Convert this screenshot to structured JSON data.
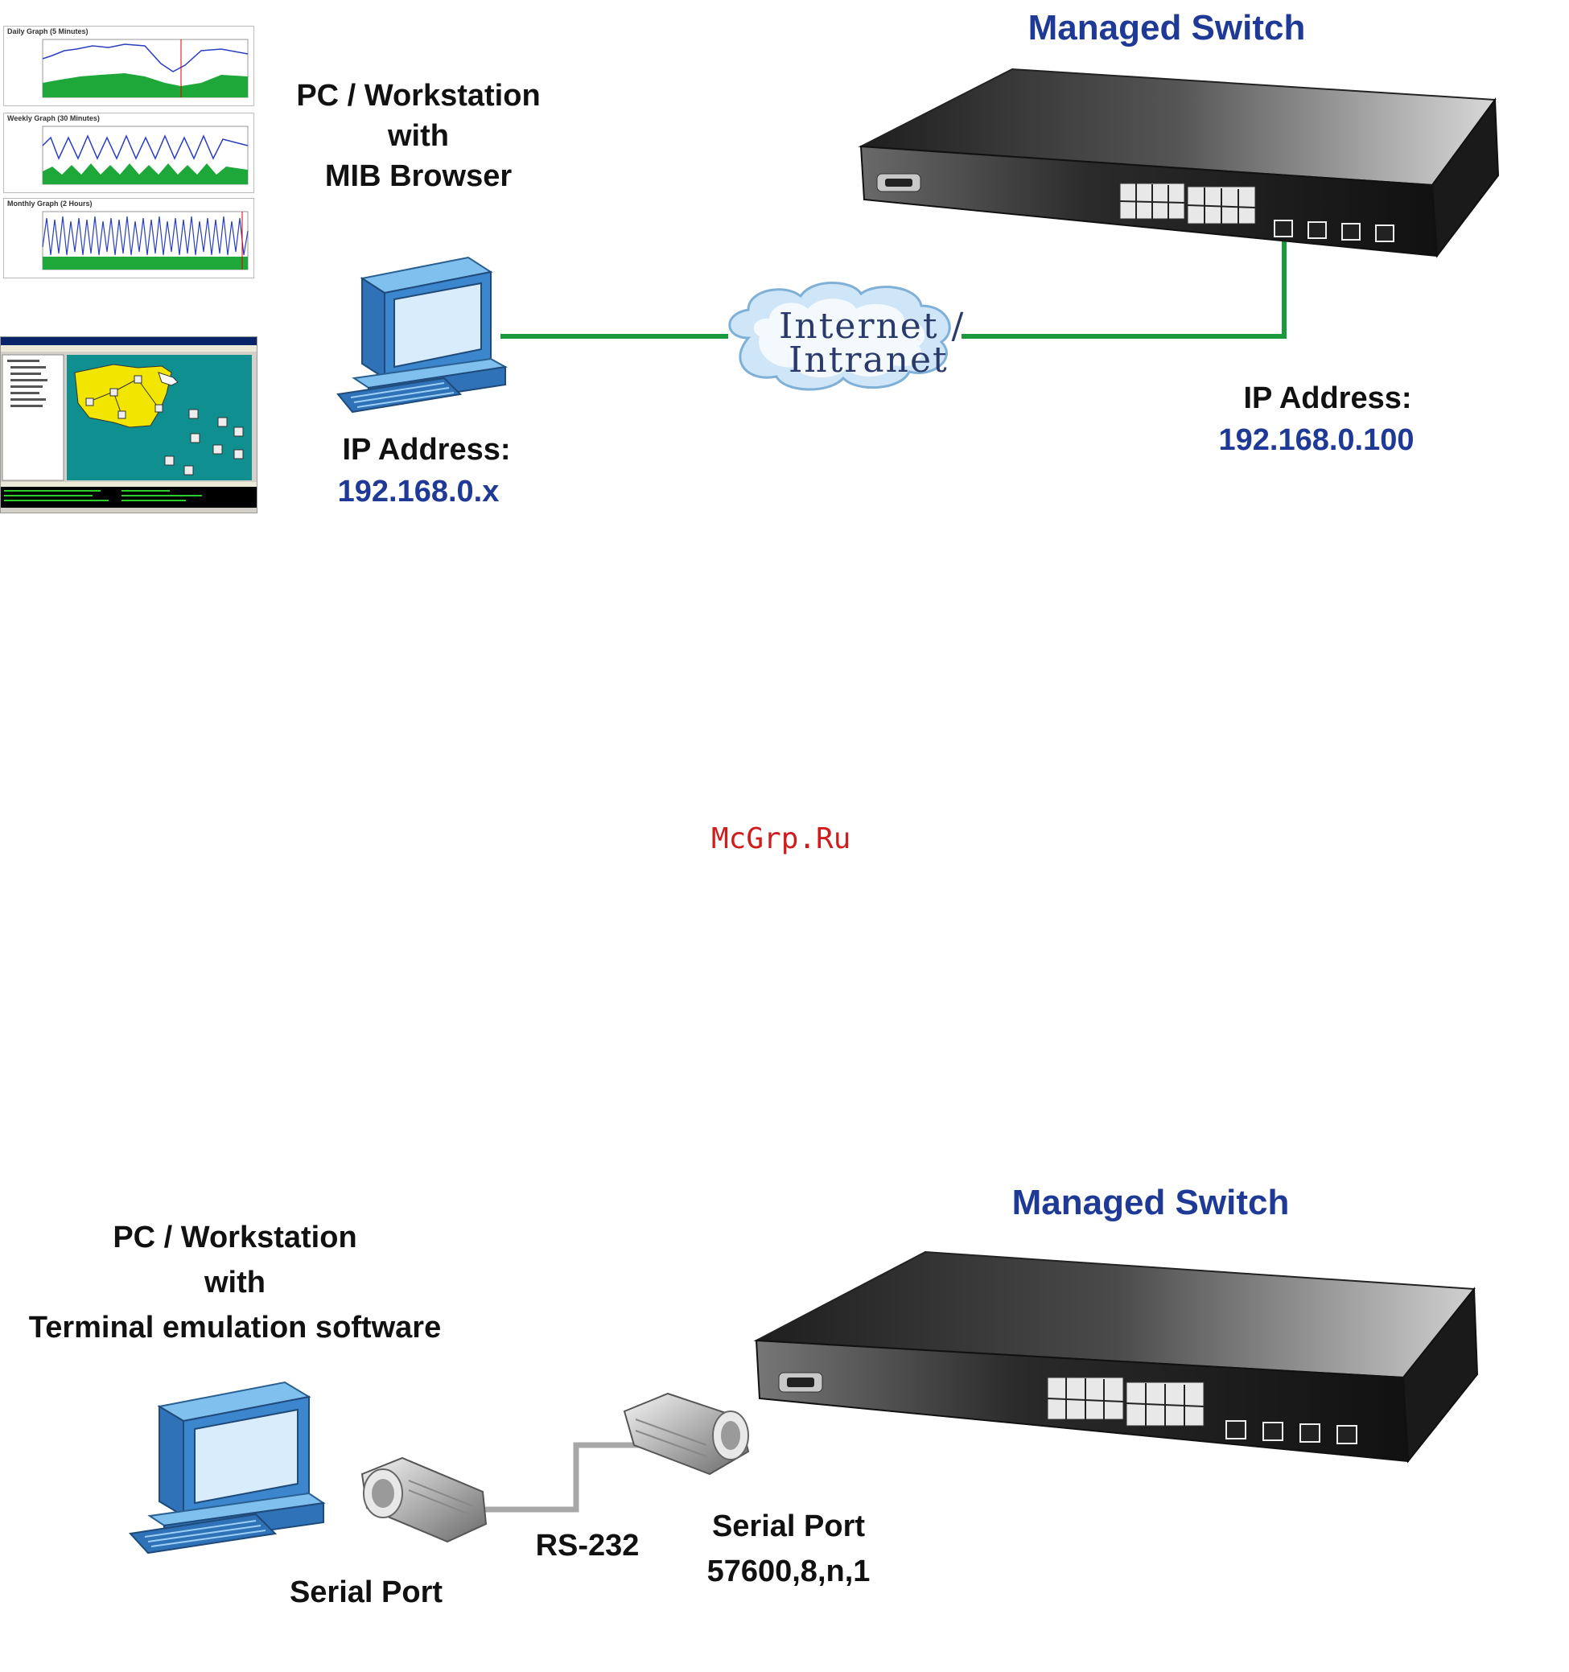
{
  "top": {
    "switch_title": "Managed Switch",
    "pc_caption": [
      "PC / Workstation",
      "with",
      "MIB Browser"
    ],
    "cloud_text": [
      "Internet /",
      "Intranet"
    ],
    "pc_ip_label": "IP Address:",
    "pc_ip_value": "192.168.0.x",
    "switch_ip_label": "IP Address:",
    "switch_ip_value": "192.168.0.100",
    "graphs": [
      {
        "title": "Daily Graph (5 Minutes)"
      },
      {
        "title": "Weekly Graph (30 Minutes)"
      },
      {
        "title": "Monthly Graph (2 Hours)"
      }
    ]
  },
  "watermark": "McGrp.Ru",
  "bottom": {
    "switch_title": "Managed Switch",
    "pc_caption": [
      "PC / Workstation",
      "with",
      "Terminal emulation software"
    ],
    "pc_serial_label": "Serial Port",
    "cable_label": "RS-232",
    "switch_serial_label": "Serial Port",
    "switch_serial_settings": "57600,8,n,1"
  },
  "colors": {
    "label_blue": "#1f3a96",
    "link_green": "#1a9a3c",
    "watermark_red": "#d01c1c",
    "pc_blue": "#3a86c8",
    "switch_dark": "#2b2b2b"
  }
}
